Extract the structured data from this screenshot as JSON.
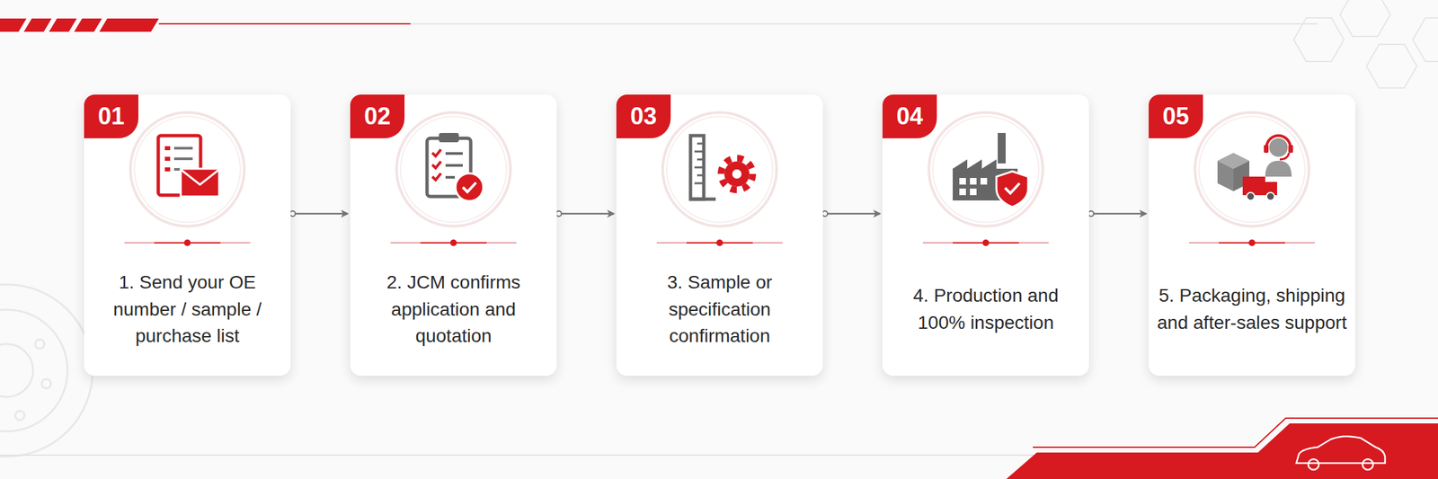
{
  "diagram": {
    "nodes": [
      {
        "text": [
          "1. Send your OE number / sample / purchase list"
        ]
      },
      {
        "text": [
          "01"
        ],
        "in": 0
      },
      {
        "text": [
          "2. JCM confirms application and quotation"
        ]
      },
      {
        "text": [
          "02"
        ],
        "in": 2
      },
      {
        "text": [
          "3. Sample or specification confirmation"
        ]
      },
      {
        "text": [
          "03"
        ],
        "in": 4
      },
      {
        "text": [
          "4. Production and 100% inspection"
        ]
      },
      {
        "text": [
          "04"
        ],
        "in": 6
      },
      {
        "text": [
          "5. Packaging, shipping and after-sales support"
        ]
      },
      {
        "text": [
          "05"
        ],
        "in": 8
      }
    ],
    "edges": [
      {
        "from": 0,
        "to": 2,
        "arrow": "to"
      },
      {
        "from": 2,
        "to": 4,
        "arrow": "to"
      },
      {
        "from": 4,
        "to": 6,
        "arrow": "to"
      },
      {
        "from": 6,
        "to": 8,
        "arrow": "to"
      }
    ]
  }
}
